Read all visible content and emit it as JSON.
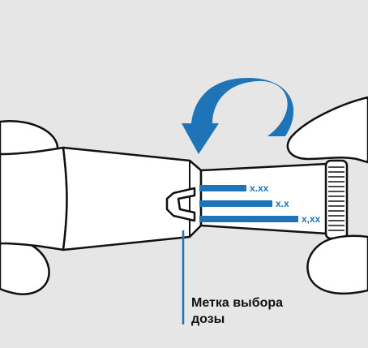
{
  "diagram": {
    "colors": {
      "background": "#e6e6e6",
      "outline": "#111111",
      "accent": "#1f73b7",
      "body": "#ffffff"
    },
    "dose_scale": {
      "labels": [
        "x.xx",
        "x.x",
        "x,xx"
      ]
    },
    "callout": {
      "line1": "Метка выбора",
      "line2": "дозы"
    },
    "icons": [
      "rotate-arrow-icon"
    ]
  }
}
